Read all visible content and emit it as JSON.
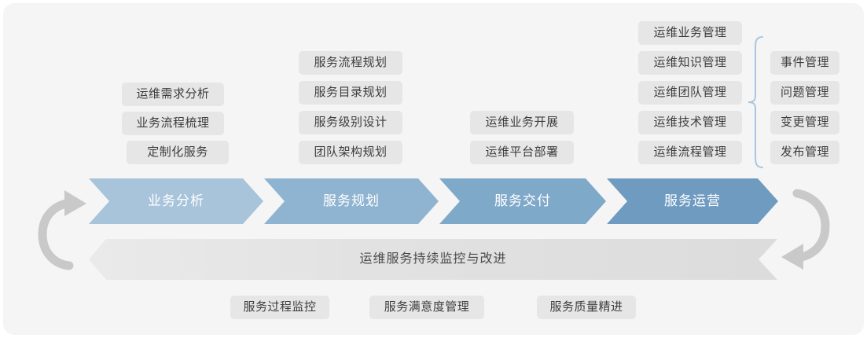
{
  "diagram": {
    "title_text": "运维服务持续监控与改进",
    "colors": {
      "panel_bg": "#f5f5f5",
      "tag_bg": "#e6e6e6",
      "tag_text": "#3d3d3d",
      "band_text": "#4a4a4a",
      "brace": "#a9c6e0",
      "cycle_arrow": "#c9c9c9",
      "stage1": "#a8c4da",
      "stage2": "#8fb4d2",
      "stage3": "#7fa9c9",
      "stage4": "#6f9bc0"
    },
    "stages": [
      {
        "label": "业务分析",
        "color": "#a8c4da"
      },
      {
        "label": "服务规划",
        "color": "#8fb4d2"
      },
      {
        "label": "服务交付",
        "color": "#7fa9c9"
      },
      {
        "label": "服务运营",
        "color": "#6f9bc0"
      }
    ],
    "columns": [
      {
        "name": "business-analysis-items",
        "items": [
          "运维需求分析",
          "业务流程梳理",
          "定制化服务"
        ]
      },
      {
        "name": "service-planning-items",
        "items": [
          "服务流程规划",
          "服务目录规划",
          "服务级别设计",
          "团队架构规划"
        ]
      },
      {
        "name": "service-delivery-items",
        "items": [
          "运维业务开展",
          "运维平台部署"
        ]
      },
      {
        "name": "service-operation-items",
        "items": [
          "运维业务管理",
          "运维知识管理",
          "运维团队管理",
          "运维技术管理",
          "运维流程管理"
        ]
      },
      {
        "name": "process-management-items",
        "items": [
          "事件管理",
          "问题管理",
          "变更管理",
          "发布管理"
        ]
      }
    ],
    "footer_items": [
      "服务过程监控",
      "服务满意度管理",
      "服务质量精进"
    ]
  }
}
